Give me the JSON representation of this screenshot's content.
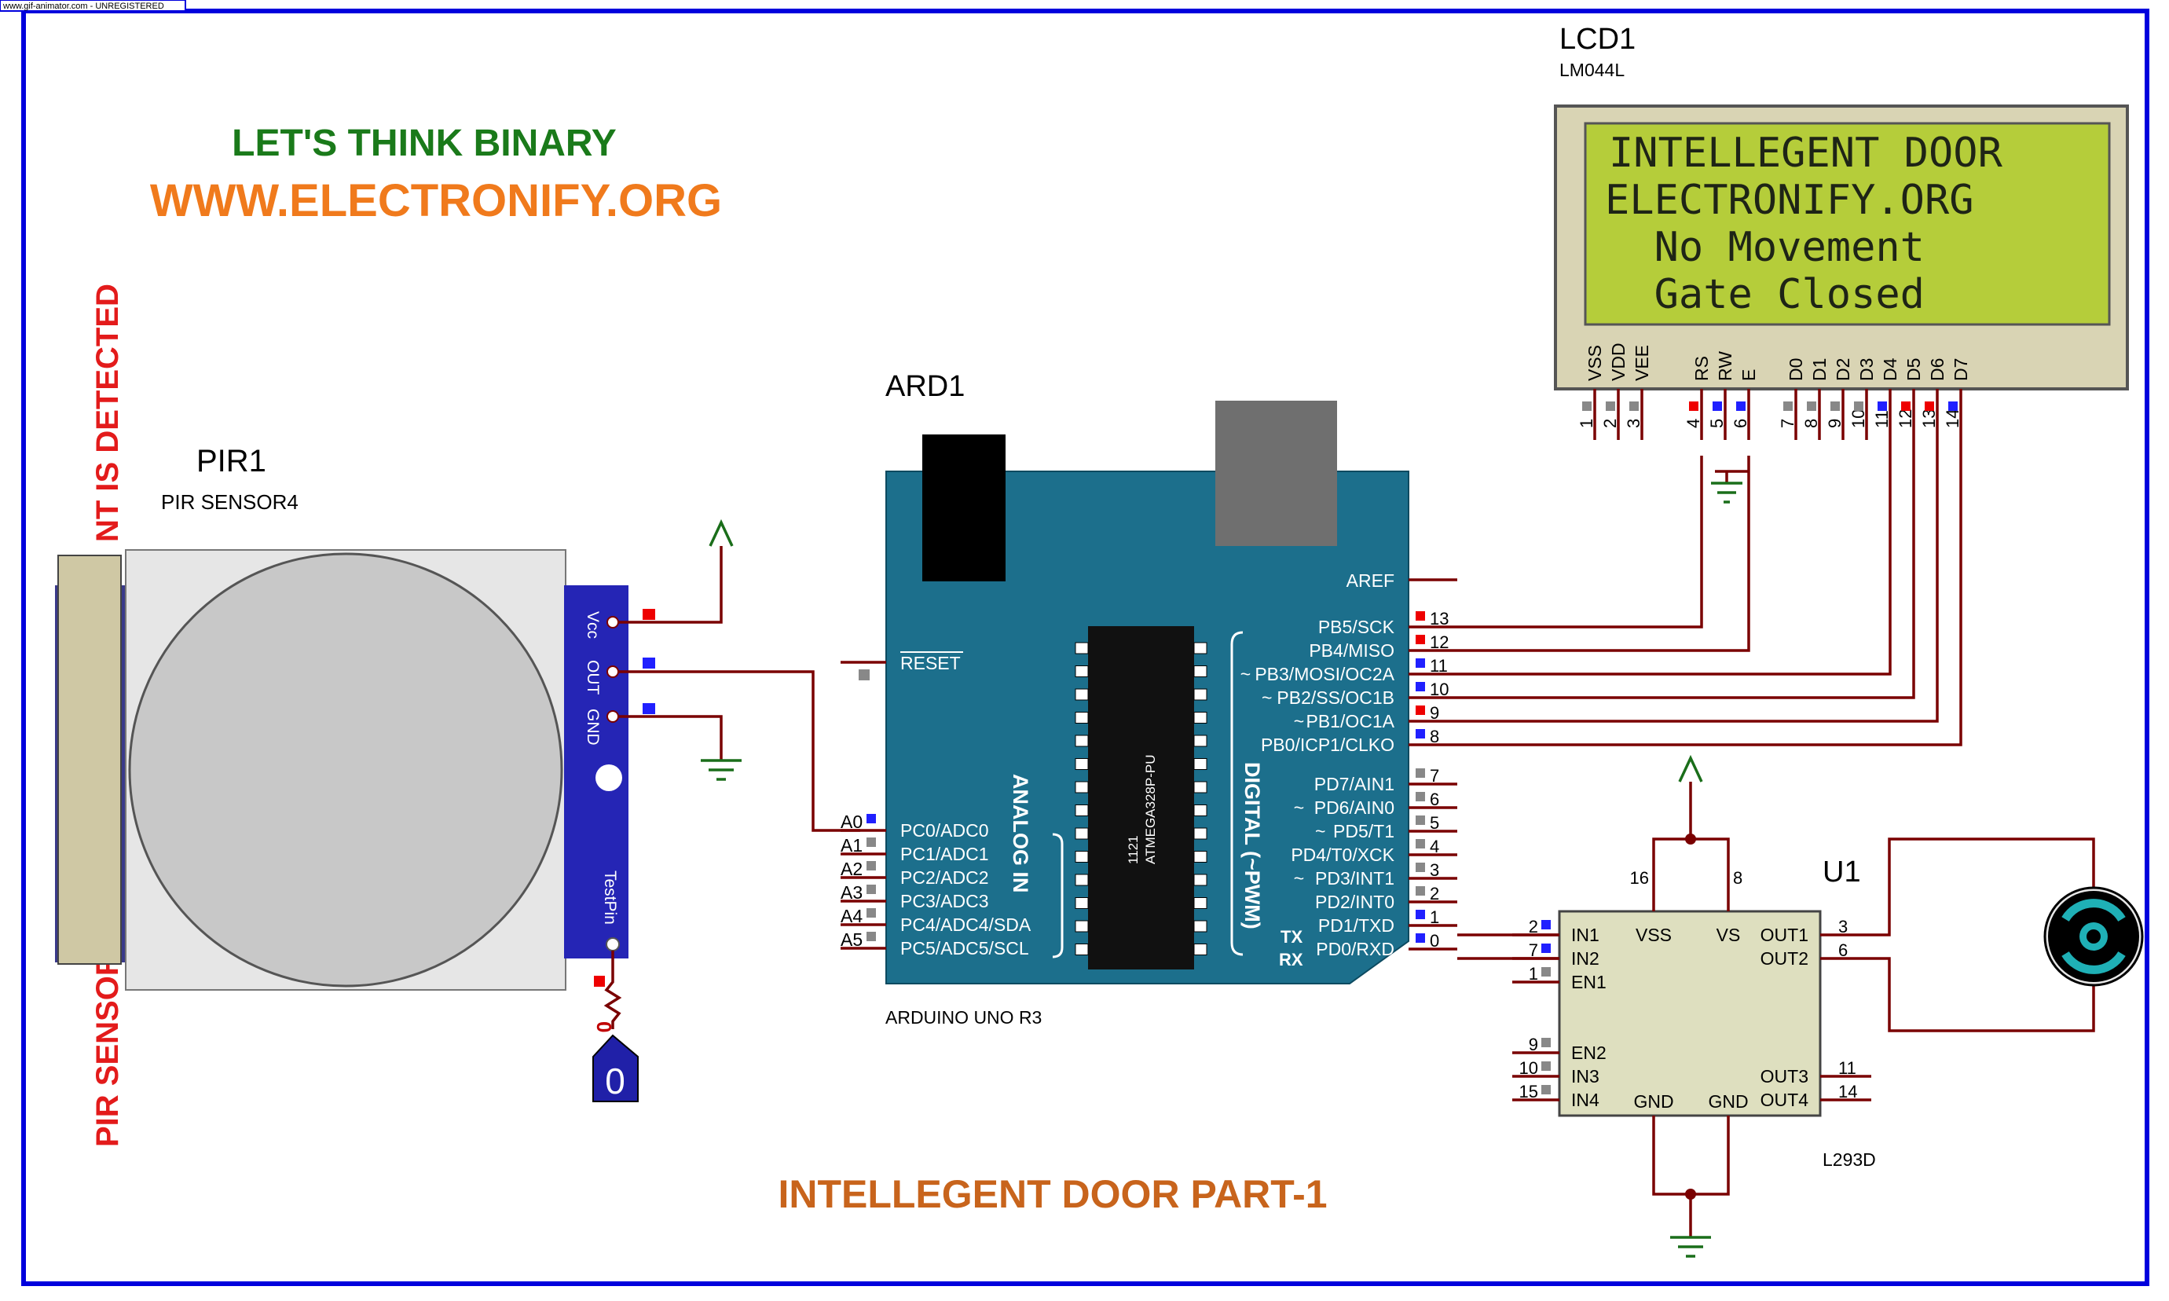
{
  "watermark": "www.gif-animator.com - UNREGISTERED",
  "headline": {
    "line1": "LET'S THINK BINARY",
    "line2": "WWW.ELECTRONIFY.ORG",
    "bottom": "INTELLEGENT DOOR PART-1",
    "line1_color": "#1a7a1a",
    "line2_color": "#f07a1c",
    "bottom_color": "#c8641c"
  },
  "pir": {
    "ref": "PIR1",
    "model": "PIR SENSOR4",
    "side_label_bottom": "PIR SENSOR",
    "side_label_top": "NT IS DETECTED",
    "pins": [
      "Vcc",
      "OUT",
      "GND"
    ],
    "test_pin": "TestPin",
    "probe_value": "0"
  },
  "arduino": {
    "ref": "ARD1",
    "model": "ARDUINO UNO R3",
    "chip": "ATMEGA328P-PU",
    "chip_code": "1121",
    "aref": "AREF",
    "reset": "RESET",
    "analog_in": "ANALOG IN",
    "digital": "DIGITAL (~PWM)",
    "tx": "TX",
    "rx": "RX",
    "analog_pins": [
      {
        "ext": "A0",
        "name": "PC0/ADC0"
      },
      {
        "ext": "A1",
        "name": "PC1/ADC1"
      },
      {
        "ext": "A2",
        "name": "PC2/ADC2"
      },
      {
        "ext": "A3",
        "name": "PC3/ADC3"
      },
      {
        "ext": "A4",
        "name": "PC4/ADC4/SDA"
      },
      {
        "ext": "A5",
        "name": "PC5/ADC5/SCL"
      }
    ],
    "digital_pins": [
      {
        "num": "13",
        "name": "PB5/SCK",
        "pwm": ""
      },
      {
        "num": "12",
        "name": "PB4/MISO",
        "pwm": ""
      },
      {
        "num": "11",
        "name": "PB3/MOSI/OC2A",
        "pwm": "~"
      },
      {
        "num": "10",
        "name": "PB2/SS/OC1B",
        "pwm": "~"
      },
      {
        "num": "9",
        "name": "PB1/OC1A",
        "pwm": "~"
      },
      {
        "num": "8",
        "name": "PB0/ICP1/CLKO",
        "pwm": ""
      },
      {
        "num": "7",
        "name": "PD7/AIN1",
        "pwm": ""
      },
      {
        "num": "6",
        "name": "PD6/AIN0",
        "pwm": "~"
      },
      {
        "num": "5",
        "name": "PD5/T1",
        "pwm": "~"
      },
      {
        "num": "4",
        "name": "PD4/T0/XCK",
        "pwm": ""
      },
      {
        "num": "3",
        "name": "PD3/INT1",
        "pwm": "~"
      },
      {
        "num": "2",
        "name": "PD2/INT0",
        "pwm": ""
      },
      {
        "num": "1",
        "name": "PD1/TXD",
        "pwm": ""
      },
      {
        "num": "0",
        "name": "PD0/RXD",
        "pwm": ""
      }
    ]
  },
  "lcd": {
    "ref": "LCD1",
    "model": "LM044L",
    "lines": [
      "INTELLEGENT DOOR",
      "ELECTRONIFY.ORG",
      "  No Movement",
      "  Gate Closed"
    ],
    "pin_names": [
      "VSS",
      "VDD",
      "VEE",
      "RS",
      "RW",
      "E",
      "D0",
      "D1",
      "D2",
      "D3",
      "D4",
      "D5",
      "D6",
      "D7"
    ],
    "pin_nums": [
      "1",
      "2",
      "3",
      "4",
      "5",
      "6",
      "7",
      "8",
      "9",
      "10",
      "11",
      "12",
      "13",
      "14"
    ]
  },
  "driver": {
    "ref": "U1",
    "model": "L293D",
    "left_pins": [
      {
        "num": "2",
        "name": "IN1"
      },
      {
        "num": "7",
        "name": "IN2"
      },
      {
        "num": "1",
        "name": "EN1"
      },
      {
        "num": "9",
        "name": "EN2"
      },
      {
        "num": "10",
        "name": "IN3"
      },
      {
        "num": "15",
        "name": "IN4"
      }
    ],
    "right_pins": [
      {
        "num": "3",
        "name": "OUT1"
      },
      {
        "num": "6",
        "name": "OUT2"
      },
      {
        "num": "11",
        "name": "OUT3"
      },
      {
        "num": "14",
        "name": "OUT4"
      }
    ],
    "top_pins": [
      {
        "num": "16",
        "name": "VSS"
      },
      {
        "num": "8",
        "name": "VS"
      }
    ],
    "bottom_pins": [
      "GND",
      "GND"
    ]
  },
  "colors": {
    "frame": "#0000dd",
    "wire": "#7a0000",
    "board": "#1c6f8c",
    "lcd_screen": "#b5cd3a",
    "pin_high": "#ee0000",
    "pin_low": "#2020ff",
    "pin_na": "#888888"
  }
}
